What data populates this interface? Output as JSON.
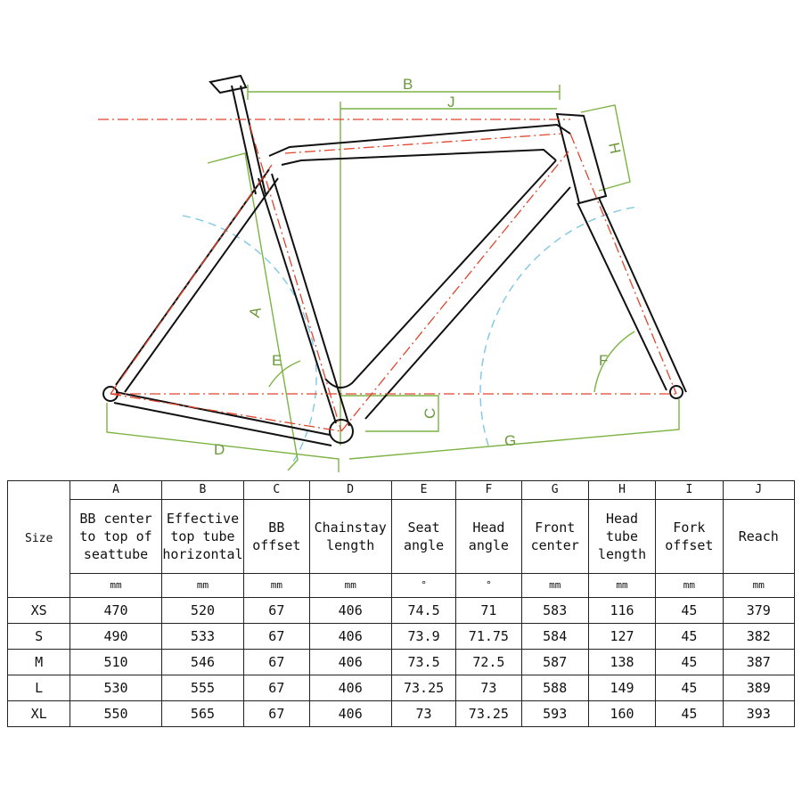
{
  "diagram": {
    "labels": {
      "A": "A",
      "B": "B",
      "C": "C",
      "D": "D",
      "E": "E",
      "F": "F",
      "G": "G",
      "H": "H",
      "J": "J"
    },
    "colors": {
      "frame": "#111111",
      "centerline": "#e0452d",
      "dimension": "#7cb342",
      "circle": "#7ec8e3"
    }
  },
  "table": {
    "size_header": "Size",
    "columns": [
      {
        "letter": "A",
        "name": [
          "BB center",
          "to top of",
          "seattube"
        ],
        "unit": "mm"
      },
      {
        "letter": "B",
        "name": [
          "Effective",
          "top tube",
          "horizontal"
        ],
        "unit": "mm"
      },
      {
        "letter": "C",
        "name": [
          "BB",
          "offset"
        ],
        "unit": "mm"
      },
      {
        "letter": "D",
        "name": [
          "Chainstay",
          "length"
        ],
        "unit": "mm"
      },
      {
        "letter": "E",
        "name": [
          "Seat",
          "angle"
        ],
        "unit": "°"
      },
      {
        "letter": "F",
        "name": [
          "Head",
          "angle"
        ],
        "unit": "°"
      },
      {
        "letter": "G",
        "name": [
          "Front",
          "center"
        ],
        "unit": "mm"
      },
      {
        "letter": "H",
        "name": [
          "Head",
          "tube",
          "length"
        ],
        "unit": "mm"
      },
      {
        "letter": "I",
        "name": [
          "Fork",
          "offset"
        ],
        "unit": "mm"
      },
      {
        "letter": "J",
        "name": [
          "Reach"
        ],
        "unit": "mm"
      }
    ],
    "rows": [
      {
        "size": "XS",
        "values": [
          "470",
          "520",
          "67",
          "406",
          "74.5",
          "71",
          "583",
          "116",
          "45",
          "379"
        ]
      },
      {
        "size": "S",
        "values": [
          "490",
          "533",
          "67",
          "406",
          "73.9",
          "71.75",
          "584",
          "127",
          "45",
          "382"
        ]
      },
      {
        "size": "M",
        "values": [
          "510",
          "546",
          "67",
          "406",
          "73.5",
          "72.5",
          "587",
          "138",
          "45",
          "387"
        ]
      },
      {
        "size": "L",
        "values": [
          "530",
          "555",
          "67",
          "406",
          "73.25",
          "73",
          "588",
          "149",
          "45",
          "389"
        ]
      },
      {
        "size": "XL",
        "values": [
          "550",
          "565",
          "67",
          "406",
          "73",
          "73.25",
          "593",
          "160",
          "45",
          "393"
        ]
      }
    ]
  }
}
